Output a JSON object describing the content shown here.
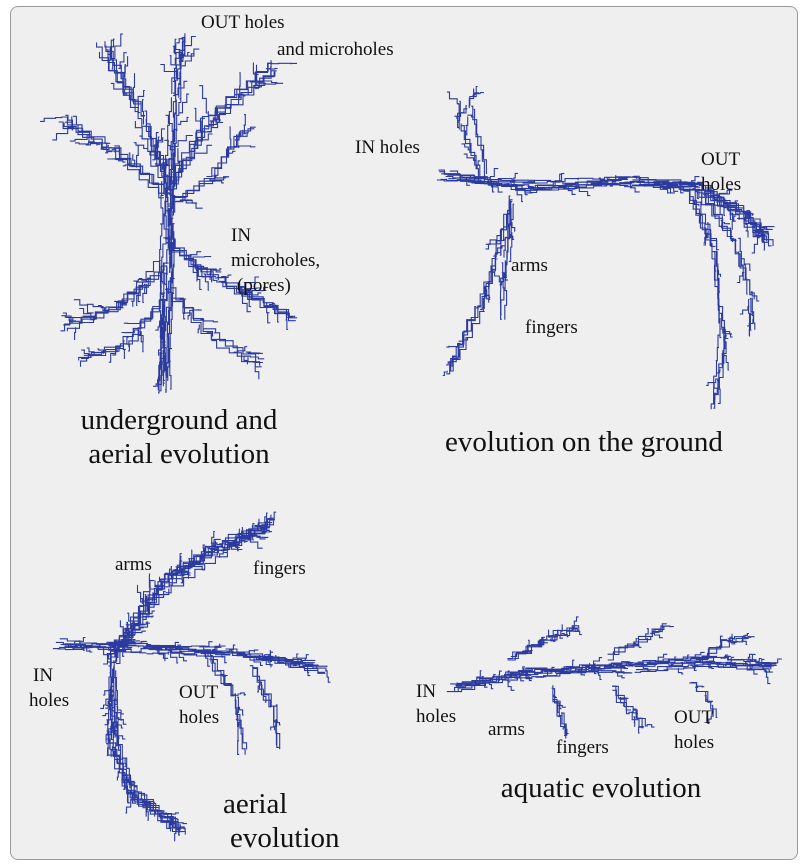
{
  "colors": {
    "background": "#efefef",
    "border": "#9a9a9a",
    "branches": "#2b3a9e",
    "text": "#111111"
  },
  "panels": [
    {
      "caption": [
        "underground and",
        "aerial evolution"
      ],
      "labels": [
        [
          "OUT holes"
        ],
        [
          "and microholes"
        ],
        [
          "IN",
          "microholes,",
          "(pores)"
        ]
      ]
    },
    {
      "caption": [
        "evolution on the ground"
      ],
      "labels": [
        [
          "IN holes"
        ],
        [
          "OUT",
          "holes"
        ],
        [
          "arms"
        ],
        [
          "fingers"
        ]
      ]
    },
    {
      "caption": [
        "aerial",
        "evolution"
      ],
      "labels": [
        [
          "arms"
        ],
        [
          "fingers"
        ],
        [
          "IN",
          "holes"
        ],
        [
          "OUT",
          "holes"
        ]
      ]
    },
    {
      "caption": [
        "aquatic evolution"
      ],
      "labels": [
        [
          "IN",
          "holes"
        ],
        [
          "arms"
        ],
        [
          "fingers"
        ],
        [
          "OUT",
          "holes"
        ]
      ]
    }
  ]
}
